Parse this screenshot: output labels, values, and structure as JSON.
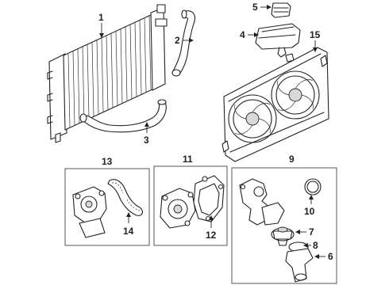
{
  "callouts": {
    "c1": "1",
    "c2": "2",
    "c3": "3",
    "c4": "4",
    "c5": "5",
    "c6": "6",
    "c7": "7",
    "c8": "8",
    "c9": "9",
    "c10": "10",
    "c11": "11",
    "c12": "12",
    "c13": "13",
    "c14": "14",
    "c15": "15"
  },
  "parts": {
    "radiator": "radiator",
    "upper_hose": "upper-radiator-hose",
    "lower_hose": "lower-radiator-hose",
    "reservoir": "coolant-reservoir",
    "reservoir_cap": "reservoir-cap",
    "fan_shroud": "fan-and-shroud-assembly",
    "water_pump": "water-pump",
    "thermostat_housing": "thermostat-housing",
    "thermostat": "thermostat",
    "seal": "thermostat-seal",
    "o_ring": "o-ring",
    "pump_gasket": "pump-gasket",
    "drive_belt": "pump-drive-belt"
  }
}
